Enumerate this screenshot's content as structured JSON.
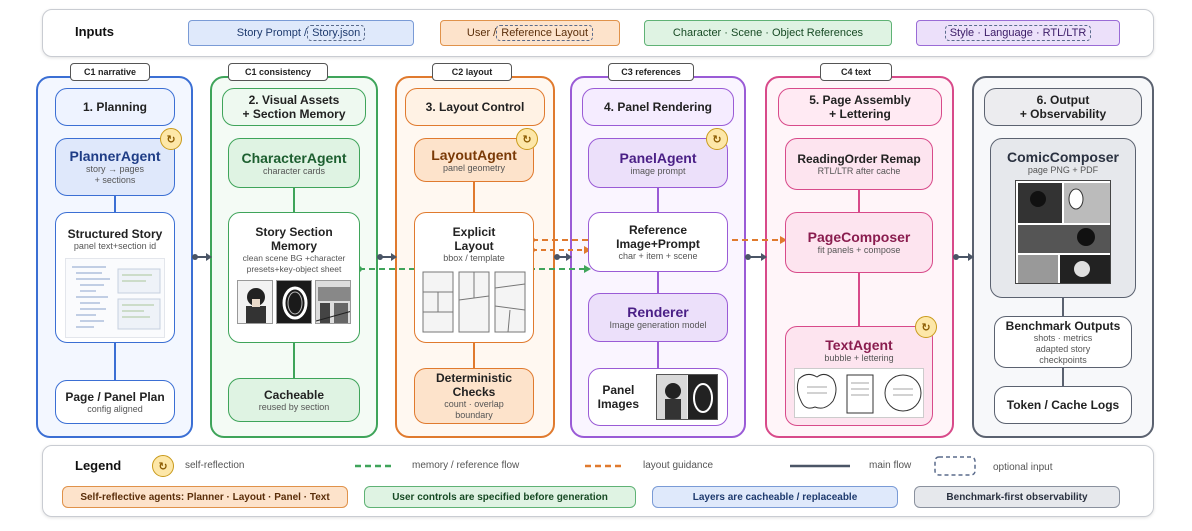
{
  "inputs": {
    "label": "Inputs",
    "story_prefix": "Story Prompt / ",
    "story_optional": "Story.json",
    "layout_prefix": "User / ",
    "layout_optional": "Reference Layout",
    "references": "Character · Scene · Object References",
    "style": "Style · Language · RTL/LTR"
  },
  "columns": [
    {
      "tag": "C1 narrative",
      "title": "1. Planning"
    },
    {
      "tag": "C1 consistency",
      "title": "2. Visual Assets\n+ Section Memory"
    },
    {
      "tag": "C2 layout",
      "title": "3. Layout Control"
    },
    {
      "tag": "C3 references",
      "title": "4. Panel Rendering"
    },
    {
      "tag": "C4 text",
      "title": "5. Page Assembly\n+ Lettering"
    },
    {
      "title": "6. Output\n+ Observability"
    }
  ],
  "col1": {
    "agent": "PlannerAgent",
    "agent_sub": "story → pages\n+ sections",
    "story_title": "Structured Story",
    "story_sub": "panel text+section id",
    "plan_title": "Page / Panel Plan",
    "plan_sub": "config aligned"
  },
  "col2": {
    "agent": "CharacterAgent",
    "agent_sub": "character cards",
    "mem_title": "Story Section\nMemory",
    "mem_sub": "clean scene BG +character\npresets+key-object sheet",
    "cache_title": "Cacheable",
    "cache_sub": "reused by section"
  },
  "col3": {
    "agent": "LayoutAgent",
    "agent_sub": "panel geometry",
    "explicit_title": "Explicit\nLayout",
    "explicit_sub": "bbox / template",
    "det_title": "Deterministic\nChecks",
    "det_sub": "count · overlap\nboundary"
  },
  "col4": {
    "agent": "PanelAgent",
    "agent_sub": "image prompt",
    "ref_title": "Reference\nImage+Prompt",
    "ref_sub": "char + item + scene",
    "renderer": "Renderer",
    "renderer_sub": "Image generation model",
    "images_title": "Panel\nImages"
  },
  "col5": {
    "remap_title": "ReadingOrder Remap",
    "remap_sub": "RTL/LTR after cache",
    "composer": "PageComposer",
    "composer_sub": "fit panels + compose",
    "text": "TextAgent",
    "text_sub": "bubble + lettering"
  },
  "col6": {
    "composer": "ComicComposer",
    "composer_sub": "page PNG + PDF",
    "bench_title": "Benchmark Outputs",
    "bench_sub": "shots · metrics\nadapted story\ncheckpoints",
    "logs": "Token / Cache Logs"
  },
  "legend": {
    "label": "Legend",
    "self_reflection": "self-reflection",
    "memory": "memory / reference flow",
    "layout": "layout guidance",
    "main": "main flow",
    "optional": "optional input",
    "pill1": "Self-reflective agents: Planner · Layout · Panel · Text",
    "pill2": "User controls are specified before generation",
    "pill3": "Layers are cacheable / replaceable",
    "pill4": "Benchmark-first observability"
  },
  "colors": {
    "blue": "#3b6fd4",
    "green": "#3fa45a",
    "orange": "#e07a2e",
    "purple": "#9a5bd6",
    "pink": "#d84a8a",
    "gray": "#5b6270"
  }
}
